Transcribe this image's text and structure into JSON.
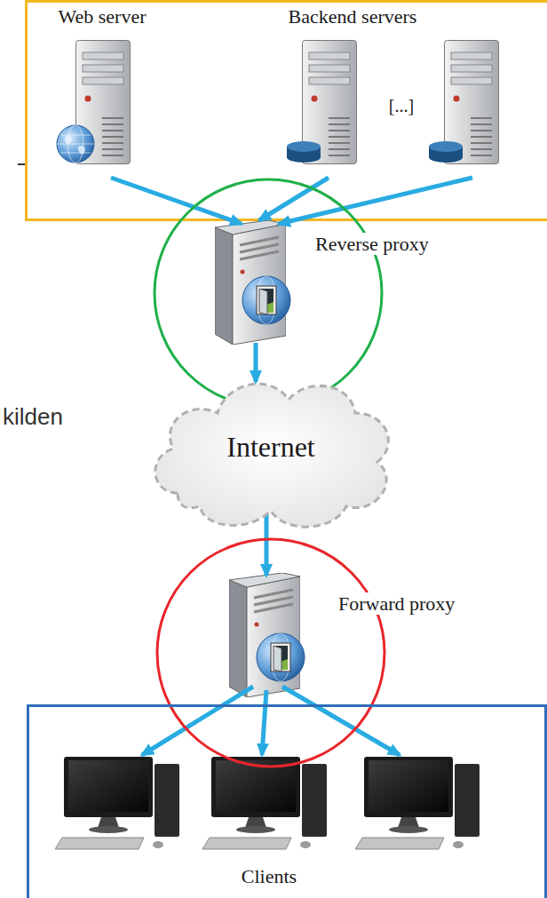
{
  "diagram": {
    "nodes": [
      {
        "text": [
          "Web server"
        ]
      },
      {
        "text": [
          "Backend servers",
          "[...]"
        ]
      },
      {
        "text": [
          "Reverse proxy"
        ]
      },
      {
        "text": [
          "Internet"
        ]
      },
      {
        "text": [
          "Forward proxy"
        ]
      },
      {
        "text": [
          "Clients"
        ]
      }
    ],
    "edges": [
      {
        "from": 0,
        "to": 2,
        "arrow": "to"
      },
      {
        "from": 1,
        "to": 2,
        "arrow": "to"
      },
      {
        "from": 1,
        "to": 2,
        "arrow": "to"
      },
      {
        "from": 2,
        "to": 3,
        "arrow": "to"
      },
      {
        "from": 3,
        "to": 4,
        "arrow": "to"
      },
      {
        "from": 4,
        "to": 5,
        "arrow": "to"
      },
      {
        "from": 4,
        "to": 5,
        "arrow": "to"
      },
      {
        "from": 4,
        "to": 5,
        "arrow": "to"
      }
    ],
    "labels": [
      "kilden"
    ]
  }
}
